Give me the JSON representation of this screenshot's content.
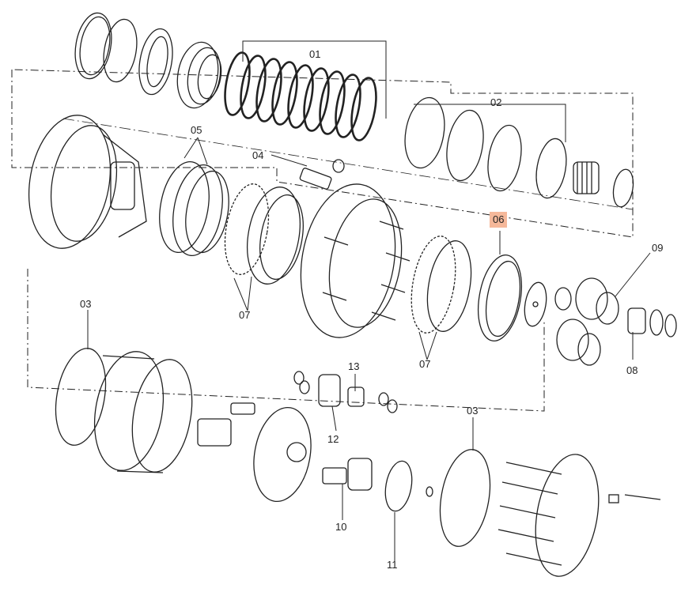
{
  "diagram": {
    "highlight_color": "#f5b89a",
    "line_color": "#222222",
    "labels": {
      "p01": "01",
      "p02": "02",
      "p03a": "03",
      "p03b": "03",
      "p04": "04",
      "p05": "05",
      "p06": "06",
      "p07a": "07",
      "p07b": "07",
      "p08": "08",
      "p09": "09",
      "p10": "10",
      "p11": "11",
      "p12": "12",
      "p13": "13"
    },
    "highlighted_part": "06"
  }
}
